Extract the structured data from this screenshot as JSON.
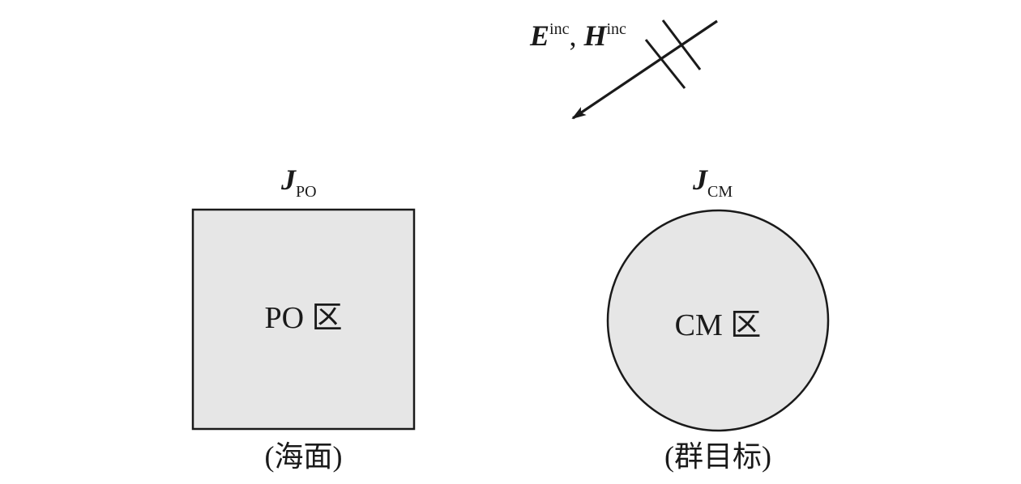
{
  "incident": {
    "e_symbol": "E",
    "e_superscript": "inc",
    "separator": ", ",
    "h_symbol": "H",
    "h_superscript": "inc"
  },
  "po_region": {
    "current_symbol": "J",
    "current_subscript": "PO",
    "label": "PO 区",
    "caption": "(海面)",
    "fill_color": "#e6e6e6"
  },
  "cm_region": {
    "current_symbol": "J",
    "current_subscript": "CM",
    "label": "CM 区",
    "caption": "(群目标)",
    "fill_color": "#e6e6e6"
  },
  "colors": {
    "stroke": "#1a1a1a",
    "background": "#ffffff"
  },
  "icons": {
    "incident_arrow": "incident-wave-arrow-icon"
  }
}
